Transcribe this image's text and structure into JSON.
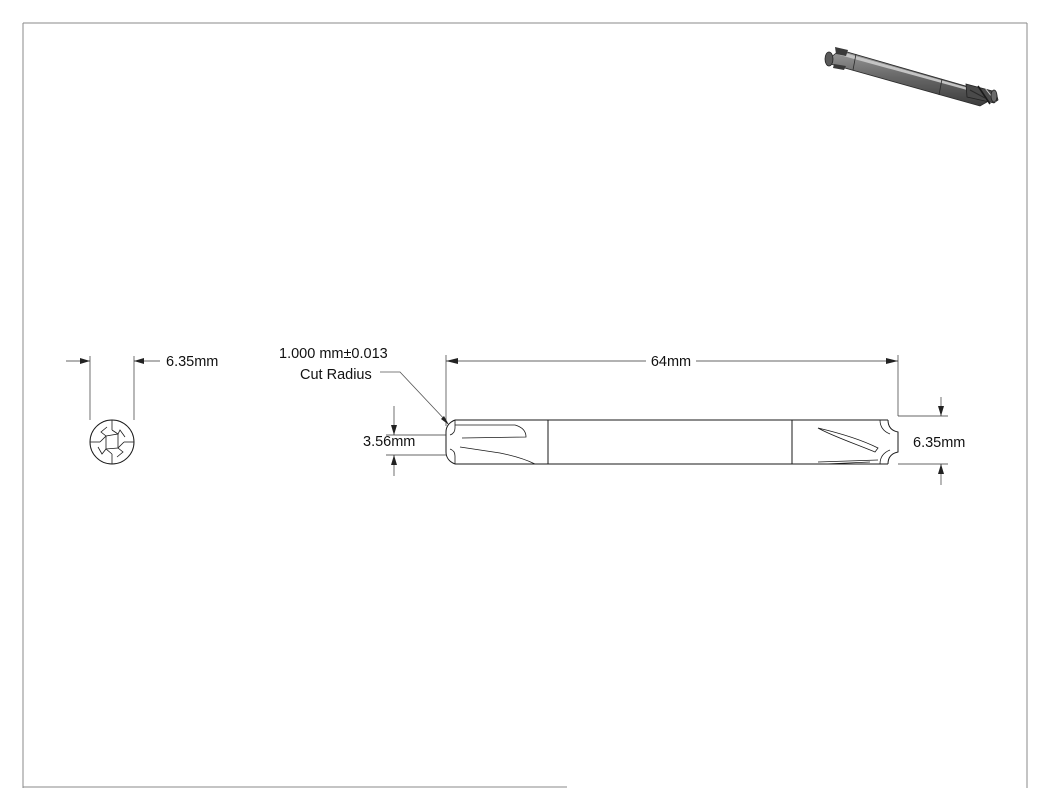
{
  "drawing": {
    "end_view": {
      "diameter_label": "6.35mm"
    },
    "side_view": {
      "length_label": "64mm",
      "cut_radius_value": "1.000 mm±0.013",
      "cut_radius_caption": "Cut Radius",
      "tip_diameter_label": "3.56mm",
      "shank_diameter_label": "6.35mm"
    },
    "colors": {
      "line": "#1a1a1a",
      "frame": "#9a9a9a",
      "iso_shaded": "#6e6e6e"
    }
  }
}
